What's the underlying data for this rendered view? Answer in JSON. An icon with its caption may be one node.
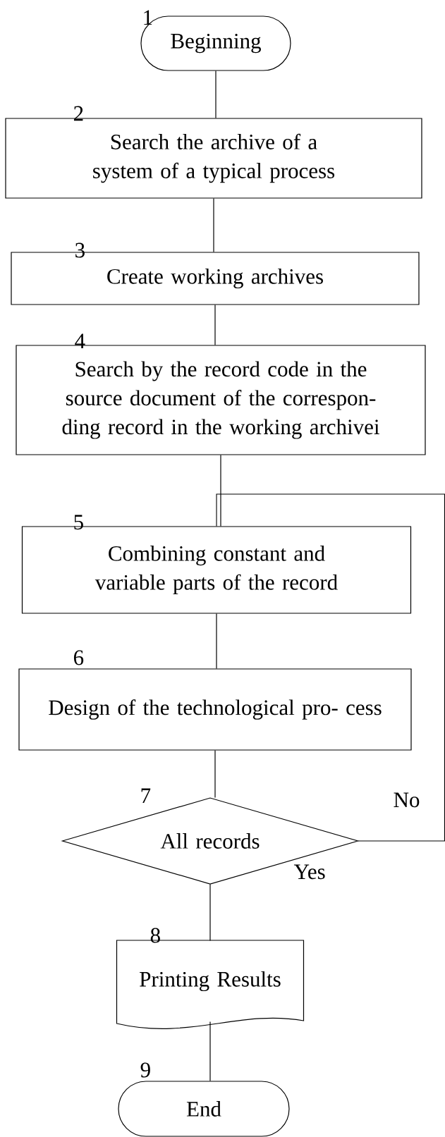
{
  "diagram": {
    "nodes": [
      {
        "text": [
          "Beginning"
        ],
        "beside": [
          "1"
        ]
      },
      {
        "text": [
          "Search the archive of a system of a typical process"
        ],
        "beside": [
          "2"
        ]
      },
      {
        "text": [
          "Create working archives"
        ],
        "beside": [
          "3"
        ]
      },
      {
        "text": [
          "Search by the record code in the source document of the correspon- ding record in the working archivei"
        ],
        "beside": [
          "4"
        ]
      },
      {
        "text": [
          "Combining constant and variable parts of the record"
        ],
        "beside": [
          "5"
        ]
      },
      {
        "text": [
          "Design of the technological pro- cess"
        ],
        "beside": [
          "6"
        ]
      },
      {
        "text": [
          "All records"
        ],
        "beside": [
          "7"
        ]
      },
      {
        "text": [
          "Printing Results"
        ],
        "beside": [
          "8"
        ]
      },
      {
        "text": [
          "End"
        ],
        "beside": [
          "9"
        ]
      }
    ],
    "edges": [
      {
        "from": 0,
        "to": 1,
        "arrow": "none"
      },
      {
        "from": 1,
        "to": 2,
        "arrow": "none"
      },
      {
        "from": 2,
        "to": 3,
        "arrow": "none"
      },
      {
        "from": 3,
        "to": 4,
        "arrow": "none"
      },
      {
        "from": 4,
        "to": 5,
        "arrow": "none"
      },
      {
        "from": 5,
        "to": 6,
        "arrow": "none"
      },
      {
        "from": 6,
        "to": 7,
        "arrow": "none",
        "label": "Yes"
      },
      {
        "from": 7,
        "to": 8,
        "arrow": "none"
      },
      {
        "from": 6,
        "to": 4,
        "arrow": "none",
        "label": "No"
      }
    ]
  }
}
